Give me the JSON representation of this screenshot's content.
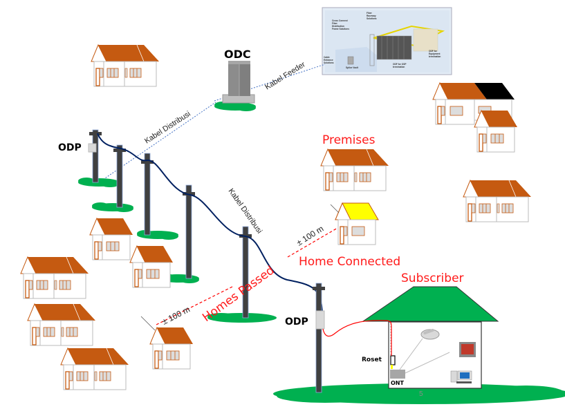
{
  "diagram": {
    "labels": {
      "odc": "ODC",
      "kabel_feeder": "Kabel Feeder",
      "kabel_distribusi_upper": "Kabel  Distribusi",
      "kabel_distribusi_lower": "Kabel Distribusi",
      "odp_top": "ODP",
      "odp_bottom": "ODP",
      "premises": "Premises",
      "home_connected": "Home Connected",
      "homes_passed": "Homes Passed",
      "subscriber": "Subscriber",
      "distance_top": "± 100 m",
      "distance_bottom": "± 100 m",
      "roset": "Roset",
      "ont": "ONT",
      "slide_number": "5"
    },
    "inset": {
      "fiber_raceway": [
        "Fiber",
        "Raceway",
        "Solutions"
      ],
      "cross_connect": [
        "Cross Connect",
        "Fiber",
        "Distribution",
        "Frame Solutions"
      ],
      "cable_entrance": [
        "Cable",
        "Entrance",
        "Solutions"
      ],
      "splice_vault": "Splice Vault",
      "odf_osp": [
        "ODF for OSP",
        "termination"
      ],
      "odf_equipment": [
        "ODF for",
        "Equipment",
        "termination"
      ]
    },
    "colors": {
      "roof": "#c55a11",
      "grass": "#00b050",
      "cable": "#002060",
      "drop_cable": "#ff0000",
      "highlight_roof": "#ffff00",
      "subscriber_roof": "#00b050",
      "label_red": "#ff1a1a",
      "pole": "#404040"
    }
  }
}
